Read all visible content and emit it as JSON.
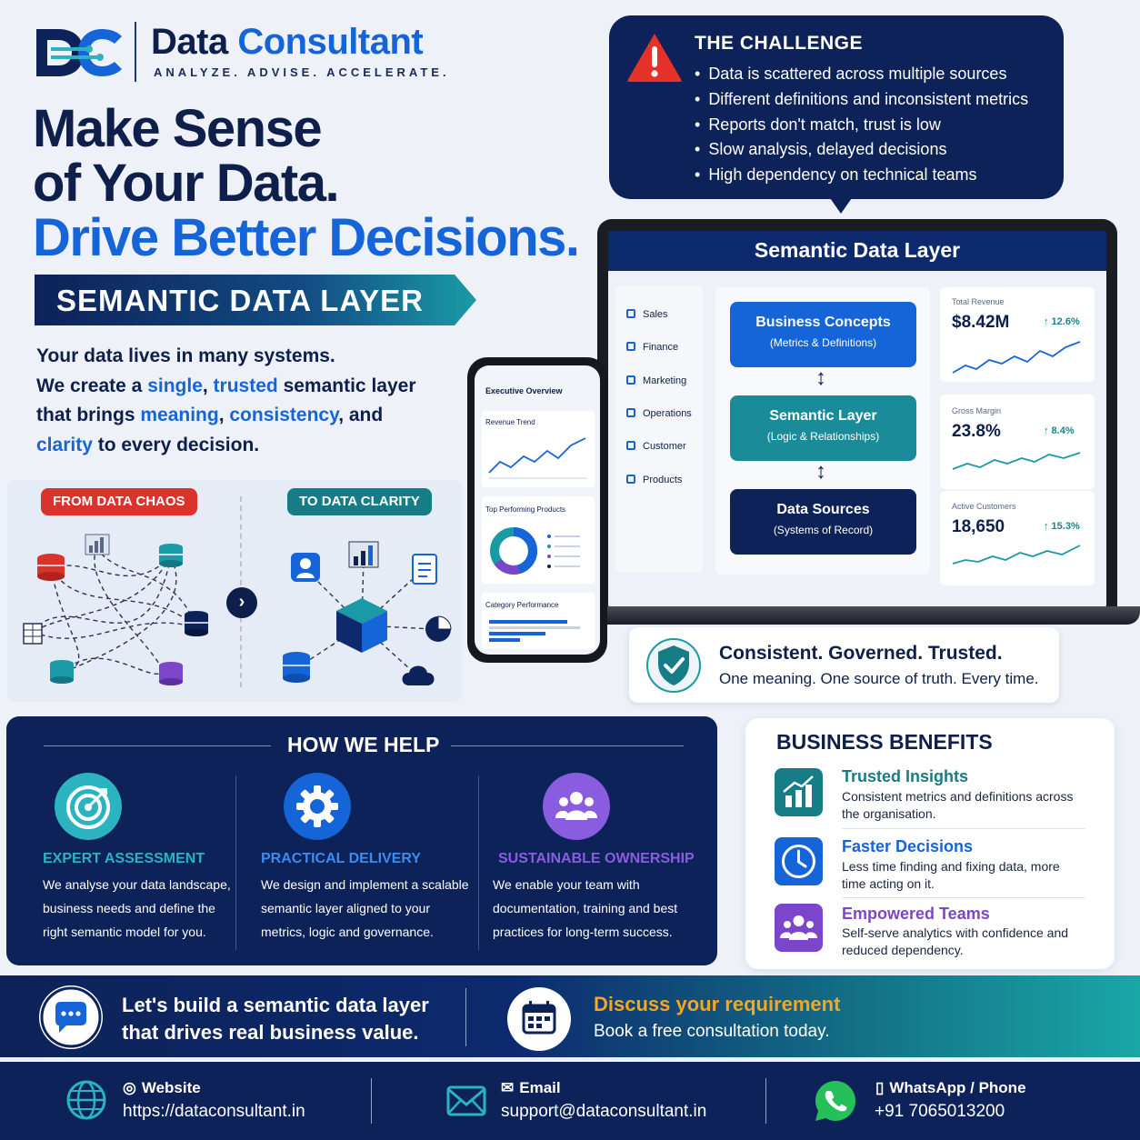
{
  "brand": {
    "name_part1": "Data",
    "name_part2": "Consultant",
    "tagline": "ANALYZE. ADVISE. ACCELERATE."
  },
  "headline": {
    "line1": "Make Sense",
    "line2": "of Your Data.",
    "line3": "Drive Better Decisions."
  },
  "ribbon_label": "SEMANTIC DATA LAYER",
  "intro": {
    "line1": "Your data lives in many systems.",
    "p1": "We create a ",
    "w1": "single",
    "p2": ", ",
    "w2": "trusted",
    "p3": " semantic layer that brings ",
    "w3": "meaning",
    "p4": ", ",
    "w4": "consistency",
    "p5": ", and ",
    "w5": "clarity",
    "p6": " to every decision."
  },
  "transform": {
    "from_label": "FROM DATA CHAOS",
    "to_label": "TO DATA CLARITY",
    "arrow": "›",
    "colors": {
      "from": "#d9332b",
      "to": "#167c86"
    }
  },
  "challenge": {
    "title": "THE CHALLENGE",
    "items": [
      "Data is scattered across multiple sources",
      "Different definitions and inconsistent metrics",
      "Reports don't match, trust is low",
      "Slow analysis, delayed decisions",
      "High dependency on technical teams"
    ]
  },
  "dashboard": {
    "title": "Semantic Data Layer",
    "nav": [
      "Sales",
      "Finance",
      "Marketing",
      "Operations",
      "Customer",
      "Products"
    ],
    "blocks": [
      {
        "title": "Business Concepts",
        "sub": "(Metrics & Definitions)"
      },
      {
        "title": "Semantic Layer",
        "sub": "(Logic & Relationships)"
      },
      {
        "title": "Data Sources",
        "sub": "(Systems of Record)"
      }
    ],
    "kpis": [
      {
        "label": "Total Revenue",
        "value": "$8.42M",
        "change": "↑ 12.6%"
      },
      {
        "label": "Gross Margin",
        "value": "23.8%",
        "change": "↑ 8.4%"
      },
      {
        "label": "Active Customers",
        "value": "18,650",
        "change": "↑ 15.3%"
      }
    ]
  },
  "phone": {
    "title": "Executive Overview",
    "revenue_trend": "Revenue Trend",
    "top_products": "Top Performing Products",
    "category_perf": "Category Performance"
  },
  "trust": {
    "title": "Consistent. Governed. Trusted.",
    "sub": "One meaning. One source of truth. Every time."
  },
  "how_we_help": {
    "title": "HOW WE HELP",
    "items": [
      {
        "heading": "EXPERT ASSESSMENT",
        "text": "We analyse your data landscape, business needs and define the right semantic model for you.",
        "color": "#2bb3c0",
        "icon": "target-icon"
      },
      {
        "heading": "PRACTICAL DELIVERY",
        "text": "We design and implement a scalable semantic layer aligned to your metrics, logic and governance.",
        "color": "#3b8cf0",
        "icon": "gear-icon"
      },
      {
        "heading": "SUSTAINABLE OWNERSHIP",
        "text": "We enable your team with documentation, training and best practices for long-term success.",
        "color": "#8a5ce0",
        "icon": "team-icon"
      }
    ]
  },
  "benefits": {
    "title": "BUSINESS BENEFITS",
    "items": [
      {
        "heading": "Trusted Insights",
        "text": "Consistent metrics and definitions across the organisation.",
        "color": "#167c86",
        "icon": "bar-chart-icon"
      },
      {
        "heading": "Faster Decisions",
        "text": "Less time finding and fixing data, more time acting on it.",
        "color": "#1565d8",
        "icon": "clock-icon"
      },
      {
        "heading": "Empowered Teams",
        "text": "Self-serve analytics with confidence and reduced dependency.",
        "color": "#7b46c9",
        "icon": "team-icon"
      }
    ]
  },
  "cta": {
    "left_line1": "Let's build a semantic data layer",
    "left_line2": "that drives real business value.",
    "right_title": "Discuss your requirement",
    "right_sub": "Book a free consultation today."
  },
  "footer": {
    "website_label": "Website",
    "website": "https://dataconsultant.in",
    "email_label": "Email",
    "email": "support@dataconsultant.in",
    "phone_label": "WhatsApp / Phone",
    "phone": "+91 7065013200"
  }
}
